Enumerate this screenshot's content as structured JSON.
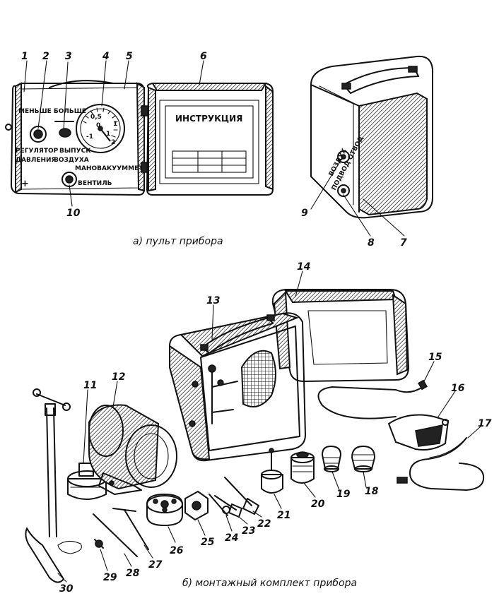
{
  "console_labels": {
    "less_more": "МЕНЬШЕ  БОЛЬШЕ",
    "pressure_regulator_line1": "РЕГУЛЯТОР",
    "pressure_regulator_line2": "ДАВЛЕНИЯ",
    "air_outlet_line1": "ВЫПУСК",
    "air_outlet_line2": "ВОЗДУХА",
    "vacuum_gauge": "МАНОВАКУУММЕТР",
    "valve": "ВЕНТИЛЬ",
    "plus": "+",
    "gauge_scale": [
      "-1",
      "0",
      "1",
      "2",
      "0,5",
      "1"
    ]
  },
  "instruction_panel": {
    "title": "ИНСТРУКЦИЯ"
  },
  "case_side_labels": {
    "air": "ВОЗДУХ",
    "inlet_outlet": "ПОДВОД ОТВОД"
  },
  "captions": {
    "top": "а) пульт   прибора",
    "bottom": "б) монтажный  комплект  прибора"
  },
  "callouts": [
    "1",
    "2",
    "3",
    "4",
    "5",
    "6",
    "7",
    "8",
    "9",
    "10",
    "11",
    "12",
    "13",
    "14",
    "15",
    "16",
    "17",
    "18",
    "19",
    "20",
    "21",
    "22",
    "23",
    "24",
    "25",
    "26",
    "27",
    "28",
    "29",
    "30"
  ]
}
